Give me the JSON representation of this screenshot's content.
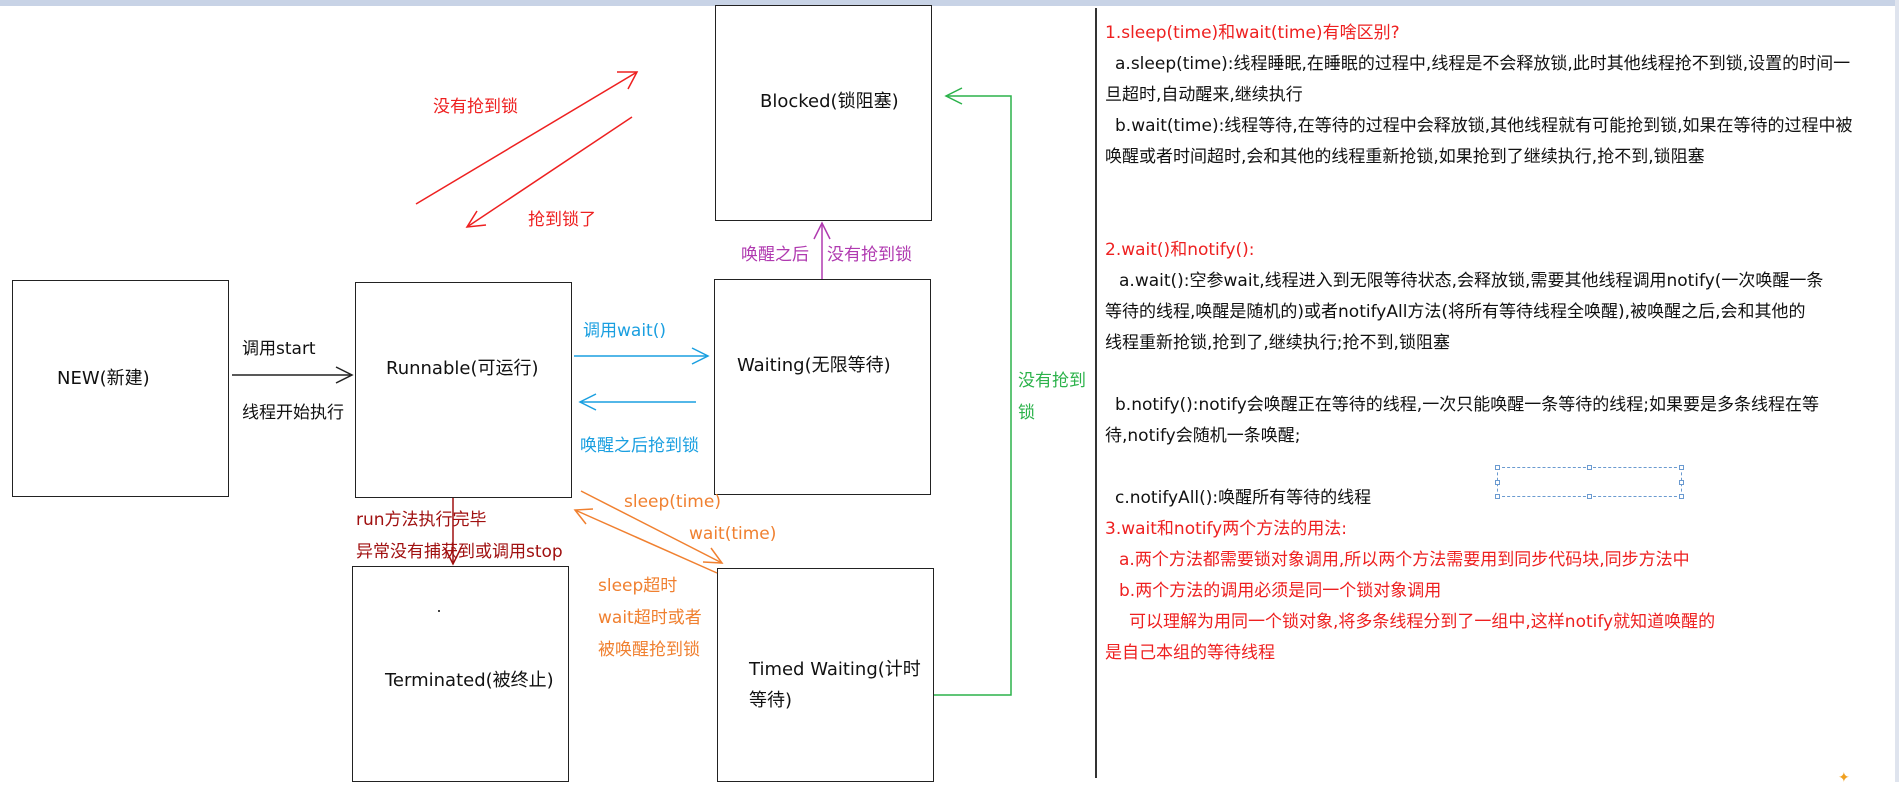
{
  "states": {
    "new": "NEW(新建)",
    "runnable": "Runnable(可运行)",
    "blocked": "Blocked(锁阻塞)",
    "waiting": "Waiting(无限等待)",
    "terminated": "Terminated(被终止)",
    "timed_waiting_1": "Timed Waiting(计时",
    "timed_waiting_2": "等待)"
  },
  "transitions": {
    "new_runnable_1": "调用start",
    "new_runnable_2": "线程开始执行",
    "not_got_lock": "没有抢到锁",
    "got_lock": "抢到锁了",
    "call_wait": "调用wait()",
    "wakeup_got_lock": "唤醒之后抢到锁",
    "after_wakeup": "唤醒之后",
    "not_got_lock_2": "没有抢到锁",
    "run_done": "run方法执行完毕",
    "exception_stop": "异常没有捕获到或调用stop",
    "sleep_time": "sleep(time)",
    "wait_time": "wait(time)",
    "sleep_timeout": "sleep超时",
    "wait_timeout": "wait超时或者",
    "woken_got_lock": "被唤醒抢到锁",
    "green_1": "没有抢到",
    "green_2": "锁"
  },
  "notes": {
    "q1_title": "1.sleep(time)和wait(time)有啥区别?",
    "q1_a1": "a.sleep(time):线程睡眠,在睡眠的过程中,线程是不会释放锁,此时其他线程抢不到锁,设置的时间一",
    "q1_a2": "旦超时,自动醒来,继续执行",
    "q1_b1": "b.wait(time):线程等待,在等待的过程中会释放锁,其他线程就有可能抢到锁,如果在等待的过程中被",
    "q1_b2": "唤醒或者时间超时,会和其他的线程重新抢锁,如果抢到了继续执行,抢不到,锁阻塞",
    "q2_title": "2.wait()和notify():",
    "q2_a1": "a.wait():空参wait,线程进入到无限等待状态,会释放锁,需要其他线程调用notify(一次唤醒一条",
    "q2_a2": "等待的线程,唤醒是随机的)或者notifyAll方法(将所有等待线程全唤醒),被唤醒之后,会和其他的",
    "q2_a3": "线程重新抢锁,抢到了,继续执行;抢不到,锁阻塞",
    "q2_b1": "b.notify():notify会唤醒正在等待的线程,一次只能唤醒一条等待的线程;如果要是多条线程在等",
    "q2_b2": "待,notify会随机一条唤醒;",
    "q2_c": "c.notifyAll():唤醒所有等待的线程",
    "q3_title": "3.wait和notify两个方法的用法:",
    "q3_a": "a.两个方法都需要锁对象调用,所以两个方法需要用到同步代码块,同步方法中",
    "q3_b": "b.两个方法的调用必须是同一个锁对象调用",
    "q3_c1": "可以理解为用同一个锁对象,将多条线程分到了一组中,这样notify就知道唤醒的",
    "q3_c2": "是自己本组的等待线程"
  },
  "colors": {
    "red": "#ee2020",
    "blue": "#1a9fe0",
    "purple": "#b03ab0",
    "orange": "#f08030",
    "green": "#2bb24a",
    "darkred": "#a01010"
  }
}
